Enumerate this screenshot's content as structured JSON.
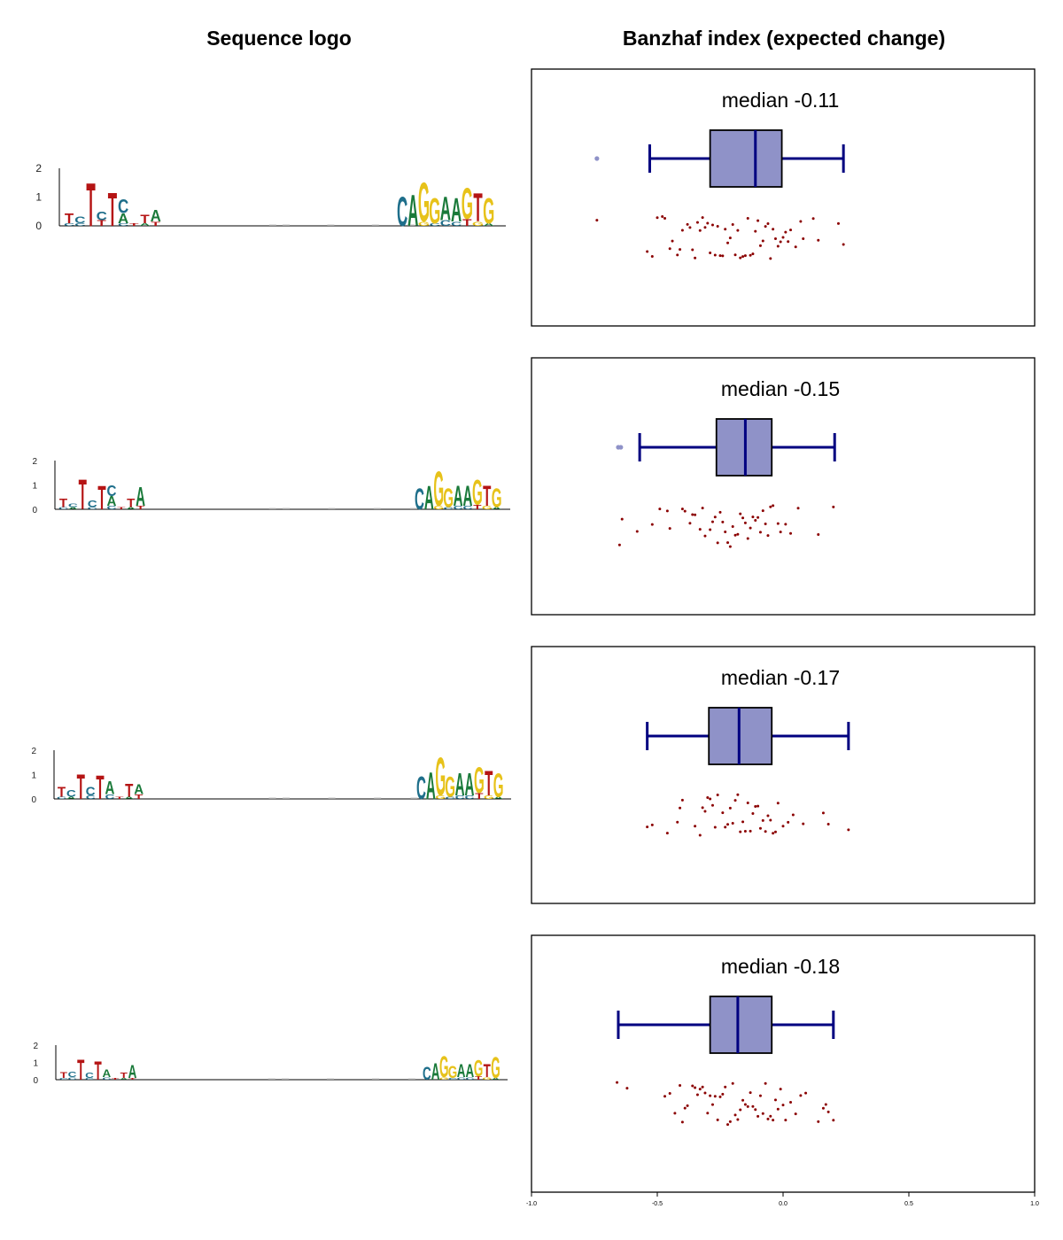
{
  "headings": {
    "logo": "Sequence logo",
    "banzhaf": "Banzhaf index (expected change)"
  },
  "colors": {
    "A": "#1a7a3a",
    "C": "#1f6f8b",
    "G": "#e7c21a",
    "T": "#b51414",
    "box_fill": "#8f92c8",
    "box_line": "#000080",
    "points": "#8b0000",
    "outlier": "#8f92c8"
  },
  "chart_data": {
    "type": "boxplot",
    "xlim": [
      -1.0,
      1.0
    ],
    "xticks": [
      "-1.0",
      "-0.5",
      "0.0",
      "0.5",
      "1.0"
    ],
    "logo_yticks": [
      "0",
      "1",
      "2"
    ],
    "panels": [
      {
        "median_label": "median -0.11",
        "stats": {
          "whisker_low": -0.53,
          "q1": -0.29,
          "median": -0.11,
          "q3": -0.005,
          "whisker_high": 0.24
        },
        "outliers": [
          -0.74
        ],
        "points": [
          -0.74,
          -0.54,
          -0.52,
          -0.5,
          -0.48,
          -0.47,
          -0.45,
          -0.44,
          -0.42,
          -0.41,
          -0.4,
          -0.38,
          -0.37,
          -0.36,
          -0.35,
          -0.34,
          -0.33,
          -0.32,
          -0.31,
          -0.3,
          -0.29,
          -0.28,
          -0.27,
          -0.26,
          -0.25,
          -0.24,
          -0.23,
          -0.22,
          -0.21,
          -0.2,
          -0.19,
          -0.18,
          -0.17,
          -0.16,
          -0.15,
          -0.14,
          -0.13,
          -0.12,
          -0.11,
          -0.1,
          -0.09,
          -0.08,
          -0.07,
          -0.06,
          -0.05,
          -0.04,
          -0.03,
          -0.02,
          -0.01,
          0.0,
          0.01,
          0.02,
          0.03,
          0.05,
          0.07,
          0.08,
          0.12,
          0.14,
          0.22,
          0.24
        ],
        "logo": {
          "left": [
            [
              "C",
              0.1,
              "T",
              0.35
            ],
            [
              "C",
              0.1,
              "C",
              0.25
            ],
            [
              "T",
              1.55
            ],
            [
              "T",
              0.2,
              "C",
              0.3
            ],
            [
              "T",
              1.2
            ],
            [
              "C",
              0.1,
              "A",
              0.35,
              "C",
              0.5
            ],
            [
              "T",
              0.1
            ],
            [
              "A",
              0.1,
              "T",
              0.3
            ],
            [
              "T",
              0.15,
              "A",
              0.4
            ]
          ],
          "right": [
            [
              "C",
              1.05
            ],
            [
              "A",
              1.1
            ],
            [
              "G",
              0.15,
              "G",
              1.4
            ],
            [
              "C",
              0.1,
              "G",
              0.9
            ],
            [
              "C",
              0.2,
              "A",
              0.85
            ],
            [
              "C",
              0.15,
              "A",
              0.85
            ],
            [
              "T",
              0.25,
              "G",
              1.1
            ],
            [
              "G",
              0.15,
              "T",
              1.0
            ],
            [
              "A",
              0.1,
              "G",
              0.9
            ]
          ]
        }
      },
      {
        "median_label": "median -0.15",
        "stats": {
          "whisker_low": -0.57,
          "q1": -0.265,
          "median": -0.15,
          "q3": -0.045,
          "whisker_high": 0.205
        },
        "outliers": [
          -0.655,
          -0.645
        ],
        "points": [
          -0.65,
          -0.64,
          -0.58,
          -0.52,
          -0.49,
          -0.46,
          -0.45,
          -0.4,
          -0.39,
          -0.37,
          -0.36,
          -0.35,
          -0.33,
          -0.32,
          -0.31,
          -0.29,
          -0.28,
          -0.27,
          -0.26,
          -0.25,
          -0.24,
          -0.23,
          -0.22,
          -0.21,
          -0.2,
          -0.19,
          -0.18,
          -0.17,
          -0.16,
          -0.15,
          -0.14,
          -0.13,
          -0.12,
          -0.11,
          -0.1,
          -0.09,
          -0.08,
          -0.07,
          -0.06,
          -0.05,
          -0.04,
          -0.02,
          -0.01,
          0.01,
          0.03,
          0.06,
          0.14,
          0.2
        ],
        "logo": {
          "left": [
            [
              "C",
              0.1,
              "T",
              0.35
            ],
            [
              "A",
              0.1,
              "C",
              0.15
            ],
            [
              "T",
              1.25
            ],
            [
              "C",
              0.1,
              "C",
              0.3
            ],
            [
              "T",
              1.0
            ],
            [
              "C",
              0.15,
              "A",
              0.4,
              "C",
              0.45
            ],
            [
              "T",
              0.1
            ],
            [
              "A",
              0.1,
              "T",
              0.35
            ],
            [
              "T",
              0.15,
              "A",
              0.8
            ]
          ],
          "right": [
            [
              "C",
              0.9
            ],
            [
              "A",
              1.0
            ],
            [
              "G",
              0.15,
              "G",
              1.45
            ],
            [
              "C",
              0.1,
              "G",
              0.8
            ],
            [
              "C",
              0.15,
              "A",
              0.85
            ],
            [
              "C",
              0.15,
              "A",
              0.85
            ],
            [
              "T",
              0.2,
              "G",
              1.05
            ],
            [
              "G",
              0.15,
              "T",
              0.85
            ],
            [
              "A",
              0.1,
              "G",
              0.8
            ]
          ]
        }
      },
      {
        "median_label": "median -0.17",
        "stats": {
          "whisker_low": -0.54,
          "q1": -0.295,
          "median": -0.175,
          "q3": -0.045,
          "whisker_high": 0.26
        },
        "outliers": [],
        "points": [
          -0.54,
          -0.52,
          -0.46,
          -0.42,
          -0.41,
          -0.4,
          -0.35,
          -0.33,
          -0.32,
          -0.31,
          -0.3,
          -0.29,
          -0.28,
          -0.27,
          -0.26,
          -0.24,
          -0.23,
          -0.22,
          -0.21,
          -0.2,
          -0.19,
          -0.18,
          -0.17,
          -0.16,
          -0.15,
          -0.14,
          -0.13,
          -0.12,
          -0.11,
          -0.1,
          -0.09,
          -0.08,
          -0.07,
          -0.06,
          -0.05,
          -0.04,
          -0.03,
          -0.02,
          0.0,
          0.02,
          0.04,
          0.08,
          0.16,
          0.18,
          0.26
        ],
        "logo": {
          "left": [
            [
              "C",
              0.1,
              "T",
              0.4
            ],
            [
              "A",
              0.1,
              "C",
              0.3
            ],
            [
              "T",
              1.05
            ],
            [
              "C",
              0.15,
              "C",
              0.35
            ],
            [
              "T",
              1.0
            ],
            [
              "C",
              0.2,
              "A",
              0.55
            ],
            [
              "T",
              0.1
            ],
            [
              "A",
              0.1,
              "T",
              0.55
            ],
            [
              "T",
              0.2,
              "A",
              0.4
            ]
          ],
          "right": [
            [
              "C",
              0.95
            ],
            [
              "A",
              1.15
            ],
            [
              "G",
              0.15,
              "G",
              1.6
            ],
            [
              "C",
              0.1,
              "G",
              0.85
            ],
            [
              "C",
              0.15,
              "A",
              0.95
            ],
            [
              "C",
              0.15,
              "A",
              0.95
            ],
            [
              "T",
              0.25,
              "G",
              1.1
            ],
            [
              "G",
              0.15,
              "T",
              1.05
            ],
            [
              "A",
              0.1,
              "G",
              1.0
            ]
          ]
        }
      },
      {
        "median_label": "median -0.18",
        "stats": {
          "whisker_low": -0.655,
          "q1": -0.29,
          "median": -0.18,
          "q3": -0.045,
          "whisker_high": 0.2
        },
        "outliers": [],
        "points": [
          -0.66,
          -0.62,
          -0.47,
          -0.45,
          -0.43,
          -0.41,
          -0.4,
          -0.39,
          -0.38,
          -0.36,
          -0.35,
          -0.34,
          -0.33,
          -0.32,
          -0.31,
          -0.3,
          -0.29,
          -0.28,
          -0.27,
          -0.26,
          -0.25,
          -0.24,
          -0.23,
          -0.22,
          -0.21,
          -0.2,
          -0.19,
          -0.18,
          -0.17,
          -0.16,
          -0.15,
          -0.14,
          -0.13,
          -0.12,
          -0.11,
          -0.1,
          -0.09,
          -0.08,
          -0.07,
          -0.06,
          -0.05,
          -0.04,
          -0.03,
          -0.02,
          -0.01,
          0.0,
          0.01,
          0.03,
          0.05,
          0.07,
          0.09,
          0.14,
          0.16,
          0.17,
          0.18,
          0.2
        ],
        "logo": {
          "left": [
            [
              "C",
              0.1,
              "T",
              0.35
            ],
            [
              "C",
              0.15,
              "C",
              0.3
            ],
            [
              "T",
              1.2
            ],
            [
              "C",
              0.1,
              "C",
              0.3
            ],
            [
              "T",
              1.1
            ],
            [
              "C",
              0.15,
              "A",
              0.45
            ],
            [
              "T",
              0.1
            ],
            [
              "A",
              0.1,
              "T",
              0.3
            ],
            [
              "T",
              0.1,
              "A",
              0.8
            ]
          ],
          "right": [
            [
              "C",
              0.8
            ],
            [
              "A",
              1.0
            ],
            [
              "G",
              0.15,
              "G",
              1.25
            ],
            [
              "C",
              0.1,
              "G",
              0.7
            ],
            [
              "C",
              0.15,
              "A",
              0.8
            ],
            [
              "C",
              0.15,
              "A",
              0.8
            ],
            [
              "T",
              0.2,
              "G",
              0.95
            ],
            [
              "G",
              0.15,
              "T",
              0.8
            ],
            [
              "A",
              0.1,
              "G",
              1.25
            ]
          ]
        }
      }
    ]
  }
}
